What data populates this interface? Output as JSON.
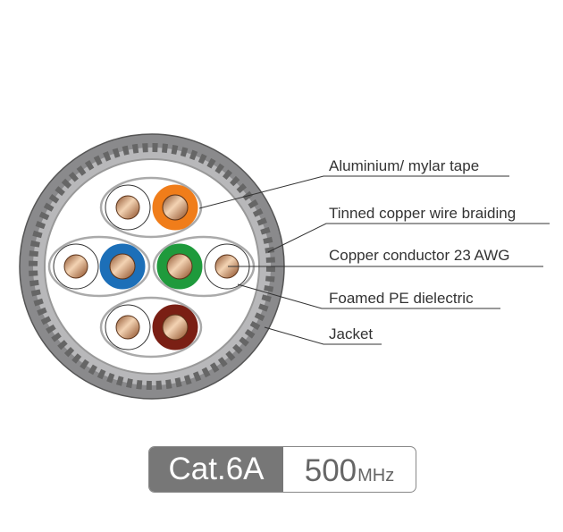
{
  "labels": {
    "tape": "Aluminium/ mylar tape",
    "braid": "Tinned copper wire braiding",
    "conductor": "Copper conductor 23 AWG",
    "dielectric": "Foamed PE dielectric",
    "jacket": "Jacket"
  },
  "badge": {
    "category": "Cat.6A",
    "frequency": "500",
    "unit": "MHz"
  },
  "colors": {
    "jacket": "#8a8a8c",
    "orange": "#f07d1a",
    "blue": "#1c6fb8",
    "green": "#1f9a3c",
    "brown": "#7a1f14",
    "copper": "#c98a5a"
  }
}
